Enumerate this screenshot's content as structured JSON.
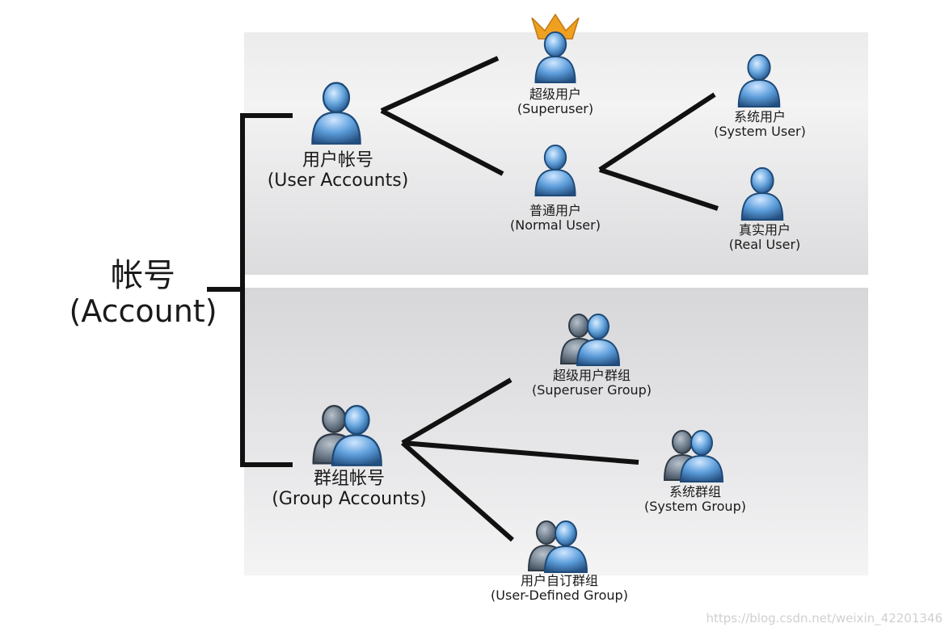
{
  "root": {
    "zh": "帐号",
    "en": "(Account)"
  },
  "user_accounts": {
    "zh": "用户帐号",
    "en": "(User Accounts)"
  },
  "group_accounts": {
    "zh": "群组帐号",
    "en": "(Group Accounts)"
  },
  "superuser": {
    "zh": "超级用户",
    "en": "(Superuser)"
  },
  "normal_user": {
    "zh": "普通用户",
    "en": "(Normal User)"
  },
  "system_user": {
    "zh": "系统用户",
    "en": "(System User)"
  },
  "real_user": {
    "zh": "真实用户",
    "en": "(Real User)"
  },
  "superuser_group": {
    "zh": "超级用户群组",
    "en": "(Superuser Group)"
  },
  "system_group": {
    "zh": "系统群组",
    "en": "(System Group)"
  },
  "user_defined_group": {
    "zh": "用户自订群组",
    "en": "(User-Defined Group)"
  },
  "watermark": "https://blog.csdn.net/weixin_42201346",
  "colors": {
    "person_fill": "#5b9bd5",
    "person_dark": "#2e5d8f",
    "crown": "#f0a020",
    "line": "#111111"
  },
  "icons": {
    "person": "user-icon",
    "group": "user-group-icon",
    "crown": "crown-icon"
  }
}
